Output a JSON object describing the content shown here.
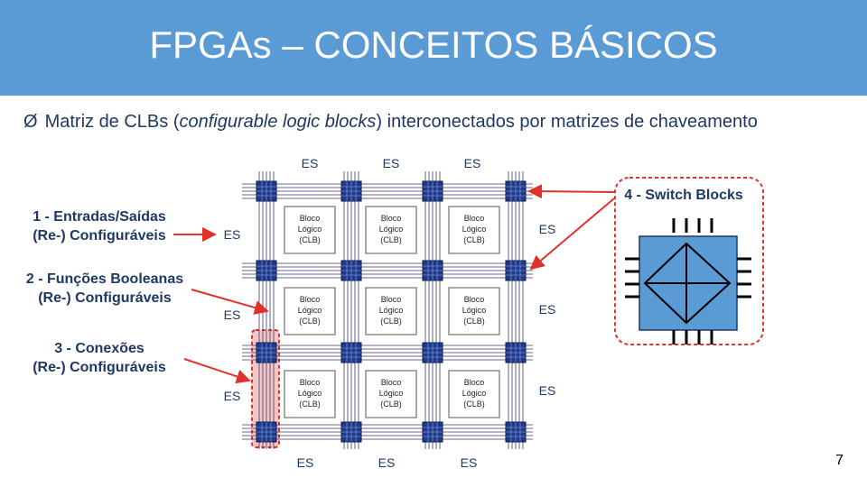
{
  "title": "FPGAs – CONCEITOS BÁSICOS",
  "bullet": {
    "marker": "Ø",
    "before": "Matriz de CLBs (",
    "italic": "configurable logic blocks",
    "after": ") interconectados por matrizes de chaveamento"
  },
  "labels": {
    "io": "1 - Entradas/Saídas\n(Re-) Configuráveis",
    "functions": "2 - Funções Booleanas\n(Re-) Configuráveis",
    "connections": "3 - Conexões\n(Re-) Configuráveis",
    "switch_blocks": "4 - Switch Blocks"
  },
  "es_label": "ES",
  "clb": {
    "line1": "Bloco",
    "line2": "Lógico",
    "line3": "(CLB)"
  },
  "page_number": "7",
  "colors": {
    "header": "#5b9bd5",
    "switch": "#1f3a8a",
    "clb_border": "#555555",
    "arrow": "#e0312b",
    "highlight": "#f4c7c7",
    "detail_fill": "#5b9bd5"
  }
}
